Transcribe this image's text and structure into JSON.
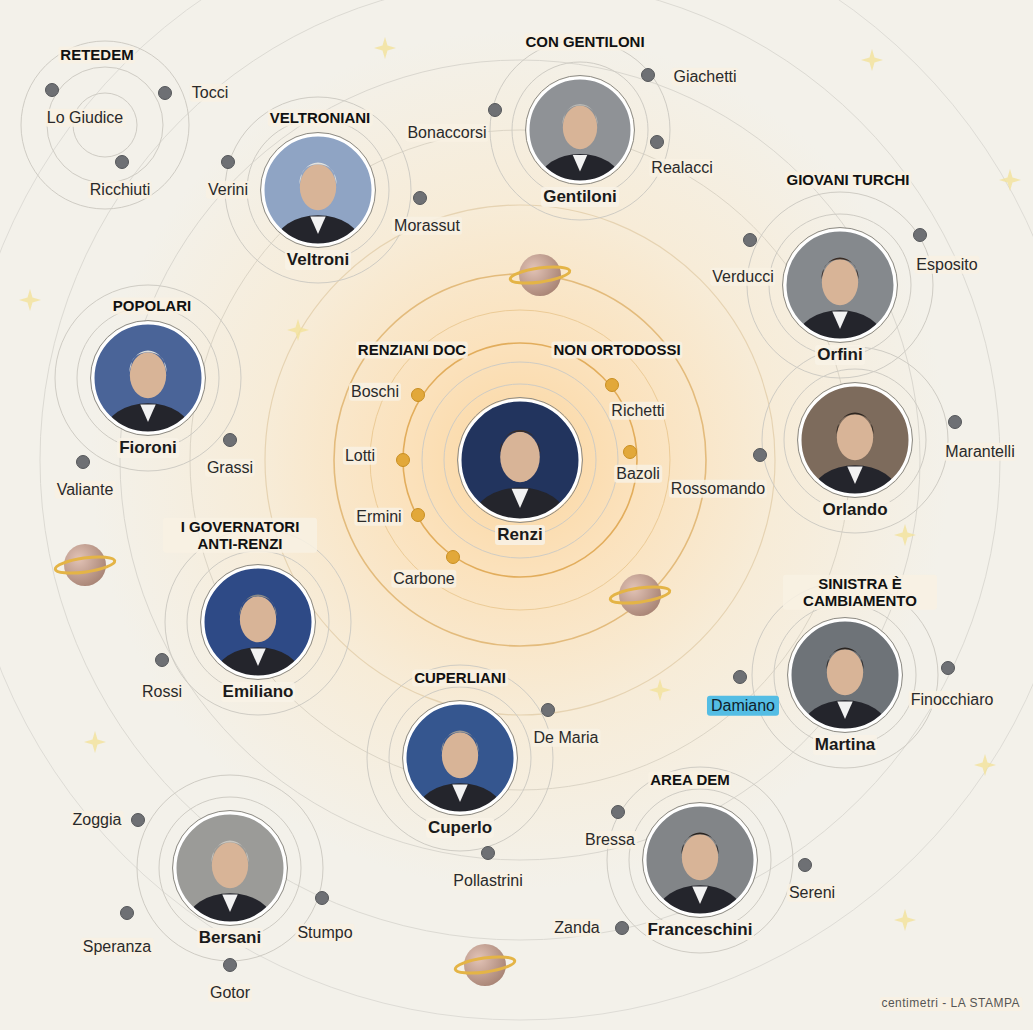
{
  "diagram": {
    "nodes": [
      {
        "text": [
          "Gentiloni"
        ]
      },
      {
        "text": [
          "Veltroni"
        ]
      },
      {
        "text": [
          "Orfini"
        ]
      },
      {
        "text": [
          "Fioroni"
        ]
      },
      {
        "text": [
          "Orlando"
        ]
      },
      {
        "text": [
          "Renzi"
        ]
      },
      {
        "text": [
          "Emiliano"
        ]
      },
      {
        "text": [
          "Martina"
        ]
      },
      {
        "text": [
          "Cuperlo"
        ]
      },
      {
        "text": [
          "Franceschini"
        ]
      },
      {
        "text": [
          "Bersani"
        ]
      }
    ],
    "labels": [
      "RETEDEM",
      "CON GENTILONI",
      "Giachetti",
      "Lo Giudice",
      "Tocci",
      "VELTRONIANI",
      "Bonaccorsi",
      "Realacci",
      "Ricchiuti",
      "Verini",
      "Morassut",
      "GIOVANI TURCHI",
      "Esposito",
      "Verducci",
      "POPOLARI",
      "RENZIANI DOC",
      "NON ORTODOSSI",
      "Boschi",
      "Richetti",
      "Grassi",
      "Lotti",
      "Marantelli",
      "Bazoli",
      "Rossomando",
      "Valiante",
      "Ermini",
      "I GOVERNATORI ANTI-RENZI",
      "Carbone",
      "SINISTRA È CAMBIAMENTO",
      "Rossi",
      "Damiano",
      "Finocchiaro",
      "CUPERLIANI",
      "De Maria",
      "AREA DEM",
      "Bressa",
      "Zoggia",
      "Pollastrini",
      "Sereni",
      "Stumpo",
      "Speranza",
      "Zanda",
      "Gotor",
      "centimetri - LA STAMPA"
    ]
  }
}
